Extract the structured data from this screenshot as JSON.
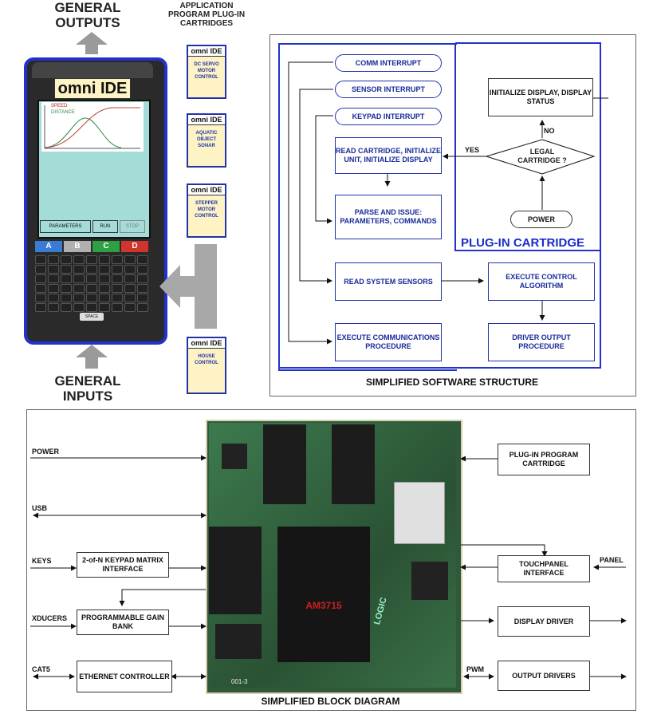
{
  "top_left": {
    "outputs_label": "GENERAL OUTPUTS",
    "inputs_label": "GENERAL INPUTS",
    "cartridges_heading": "APPLICATION PROGRAM PLUG-IN CARTRIDGES",
    "cartridges": [
      {
        "tag": "omni IDE",
        "label": "DC SERVO MOTOR CONTROL"
      },
      {
        "tag": "omni IDE",
        "label": "AQUATIC OBJECT SONAR"
      },
      {
        "tag": "omni IDE",
        "label": "STEPPER MOTOR CONTROL"
      },
      {
        "tag": "omni IDE",
        "label": "HOUSE CONTROL"
      }
    ],
    "device": {
      "logo": "omni IDE",
      "plot_speed": "SPEED",
      "plot_distance": "DISTANCE",
      "buttons": [
        "PARAMETERS",
        "RUN",
        "STOP"
      ],
      "color_keys": [
        "A",
        "B",
        "C",
        "D"
      ],
      "color_key_colors": [
        "#3a7bd5",
        "#b0b0b0",
        "#2ea043",
        "#d0342c"
      ],
      "space_label": "SPACE"
    }
  },
  "software": {
    "title": "SIMPLIFIED SOFTWARE STRUCTURE",
    "comm_interrupt": "COMM INTERRUPT",
    "sensor_interrupt": "SENSOR INTERRUPT",
    "keypad_interrupt": "KEYPAD INTERRUPT",
    "read_cartridge": "READ CARTRIDGE, INITIALIZE UNIT, INITIALIZE DISPLAY",
    "parse_issue": "PARSE AND ISSUE: PARAMETERS, COMMANDS",
    "read_sensors": "READ SYSTEM SENSORS",
    "exec_comm": "EXECUTE COMMUNICATIONS PROCEDURE",
    "init_display": "INITIALIZE DISPLAY, DISPLAY STATUS",
    "legal_cartridge": "LEGAL CARTRIDGE ?",
    "yes": "YES",
    "no": "NO",
    "power": "POWER",
    "plugin_cartridge": "PLUG-IN CARTRIDGE",
    "exec_control": "EXECUTE CONTROL ALGORITHM",
    "driver_output": "DRIVER OUTPUT PROCEDURE"
  },
  "block": {
    "title": "SIMPLIFIED BLOCK DIAGRAM",
    "signals_left": [
      "POWER",
      "USB",
      "KEYS",
      "XDUCERS",
      "CAT5"
    ],
    "keypad_iface": "2-of-N KEYPAD MATRIX INTERFACE",
    "gain_bank": "PROGRAMMABLE GAIN BANK",
    "ethernet": "ETHERNET CONTROLLER",
    "plugin_prog": "PLUG-IN PROGRAM CARTRIDGE",
    "touchpanel": "TOUCHPANEL INTERFACE",
    "panel": "PANEL",
    "display_driver": "DISPLAY DRIVER",
    "pwm": "PWM",
    "output_drivers": "OUTPUT DRIVERS",
    "chip_label": "AM3715",
    "board_id": "001-3",
    "board_logo": "LOGIC"
  }
}
